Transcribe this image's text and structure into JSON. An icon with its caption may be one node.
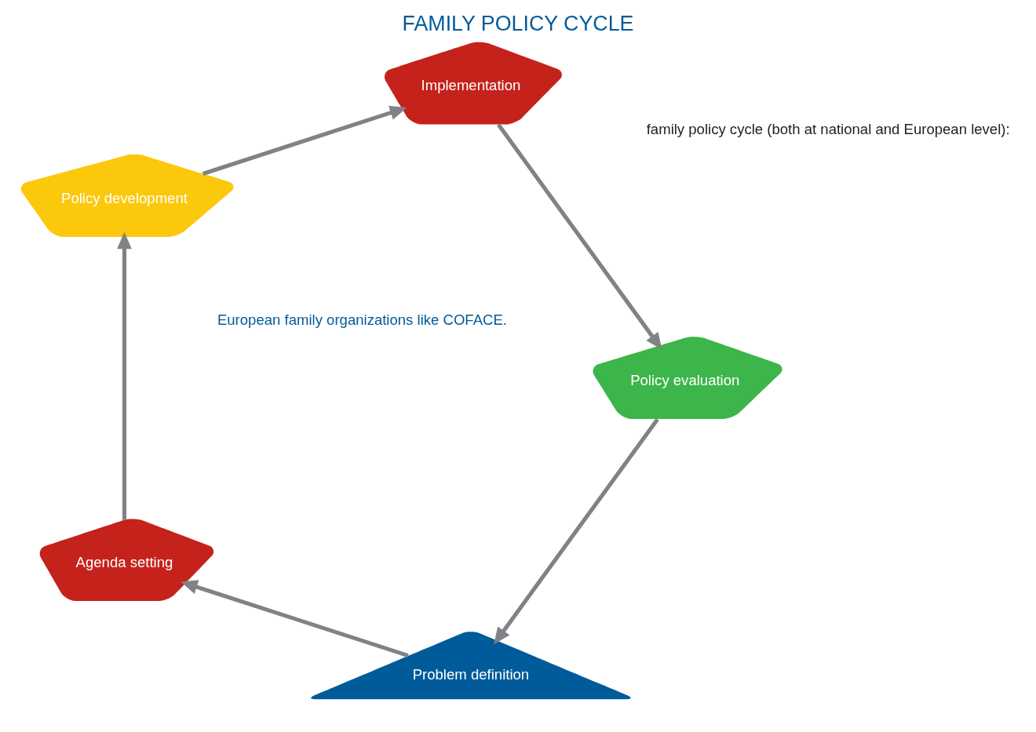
{
  "diagram": {
    "title": "FAMILY POLICY CYCLE",
    "nodes": [
      {
        "text": [
          "Problem definition"
        ]
      },
      {
        "text": [
          "Agenda setting"
        ]
      },
      {
        "text": [
          "Policy development"
        ]
      },
      {
        "text": [
          "Implementation"
        ]
      },
      {
        "text": [
          "Policy evaluation"
        ]
      }
    ],
    "edges": [
      {
        "from": 4,
        "to": 0,
        "arrow": "to"
      },
      {
        "from": 0,
        "to": 1,
        "arrow": "to"
      },
      {
        "from": 1,
        "to": 2,
        "arrow": "to"
      },
      {
        "from": 2,
        "to": 3,
        "arrow": "to"
      },
      {
        "from": 3,
        "to": 4,
        "arrow": "to"
      }
    ],
    "labels": [
      "European family organizations like COFACE.",
      "family policy cycle (both at national and European level):"
    ]
  }
}
